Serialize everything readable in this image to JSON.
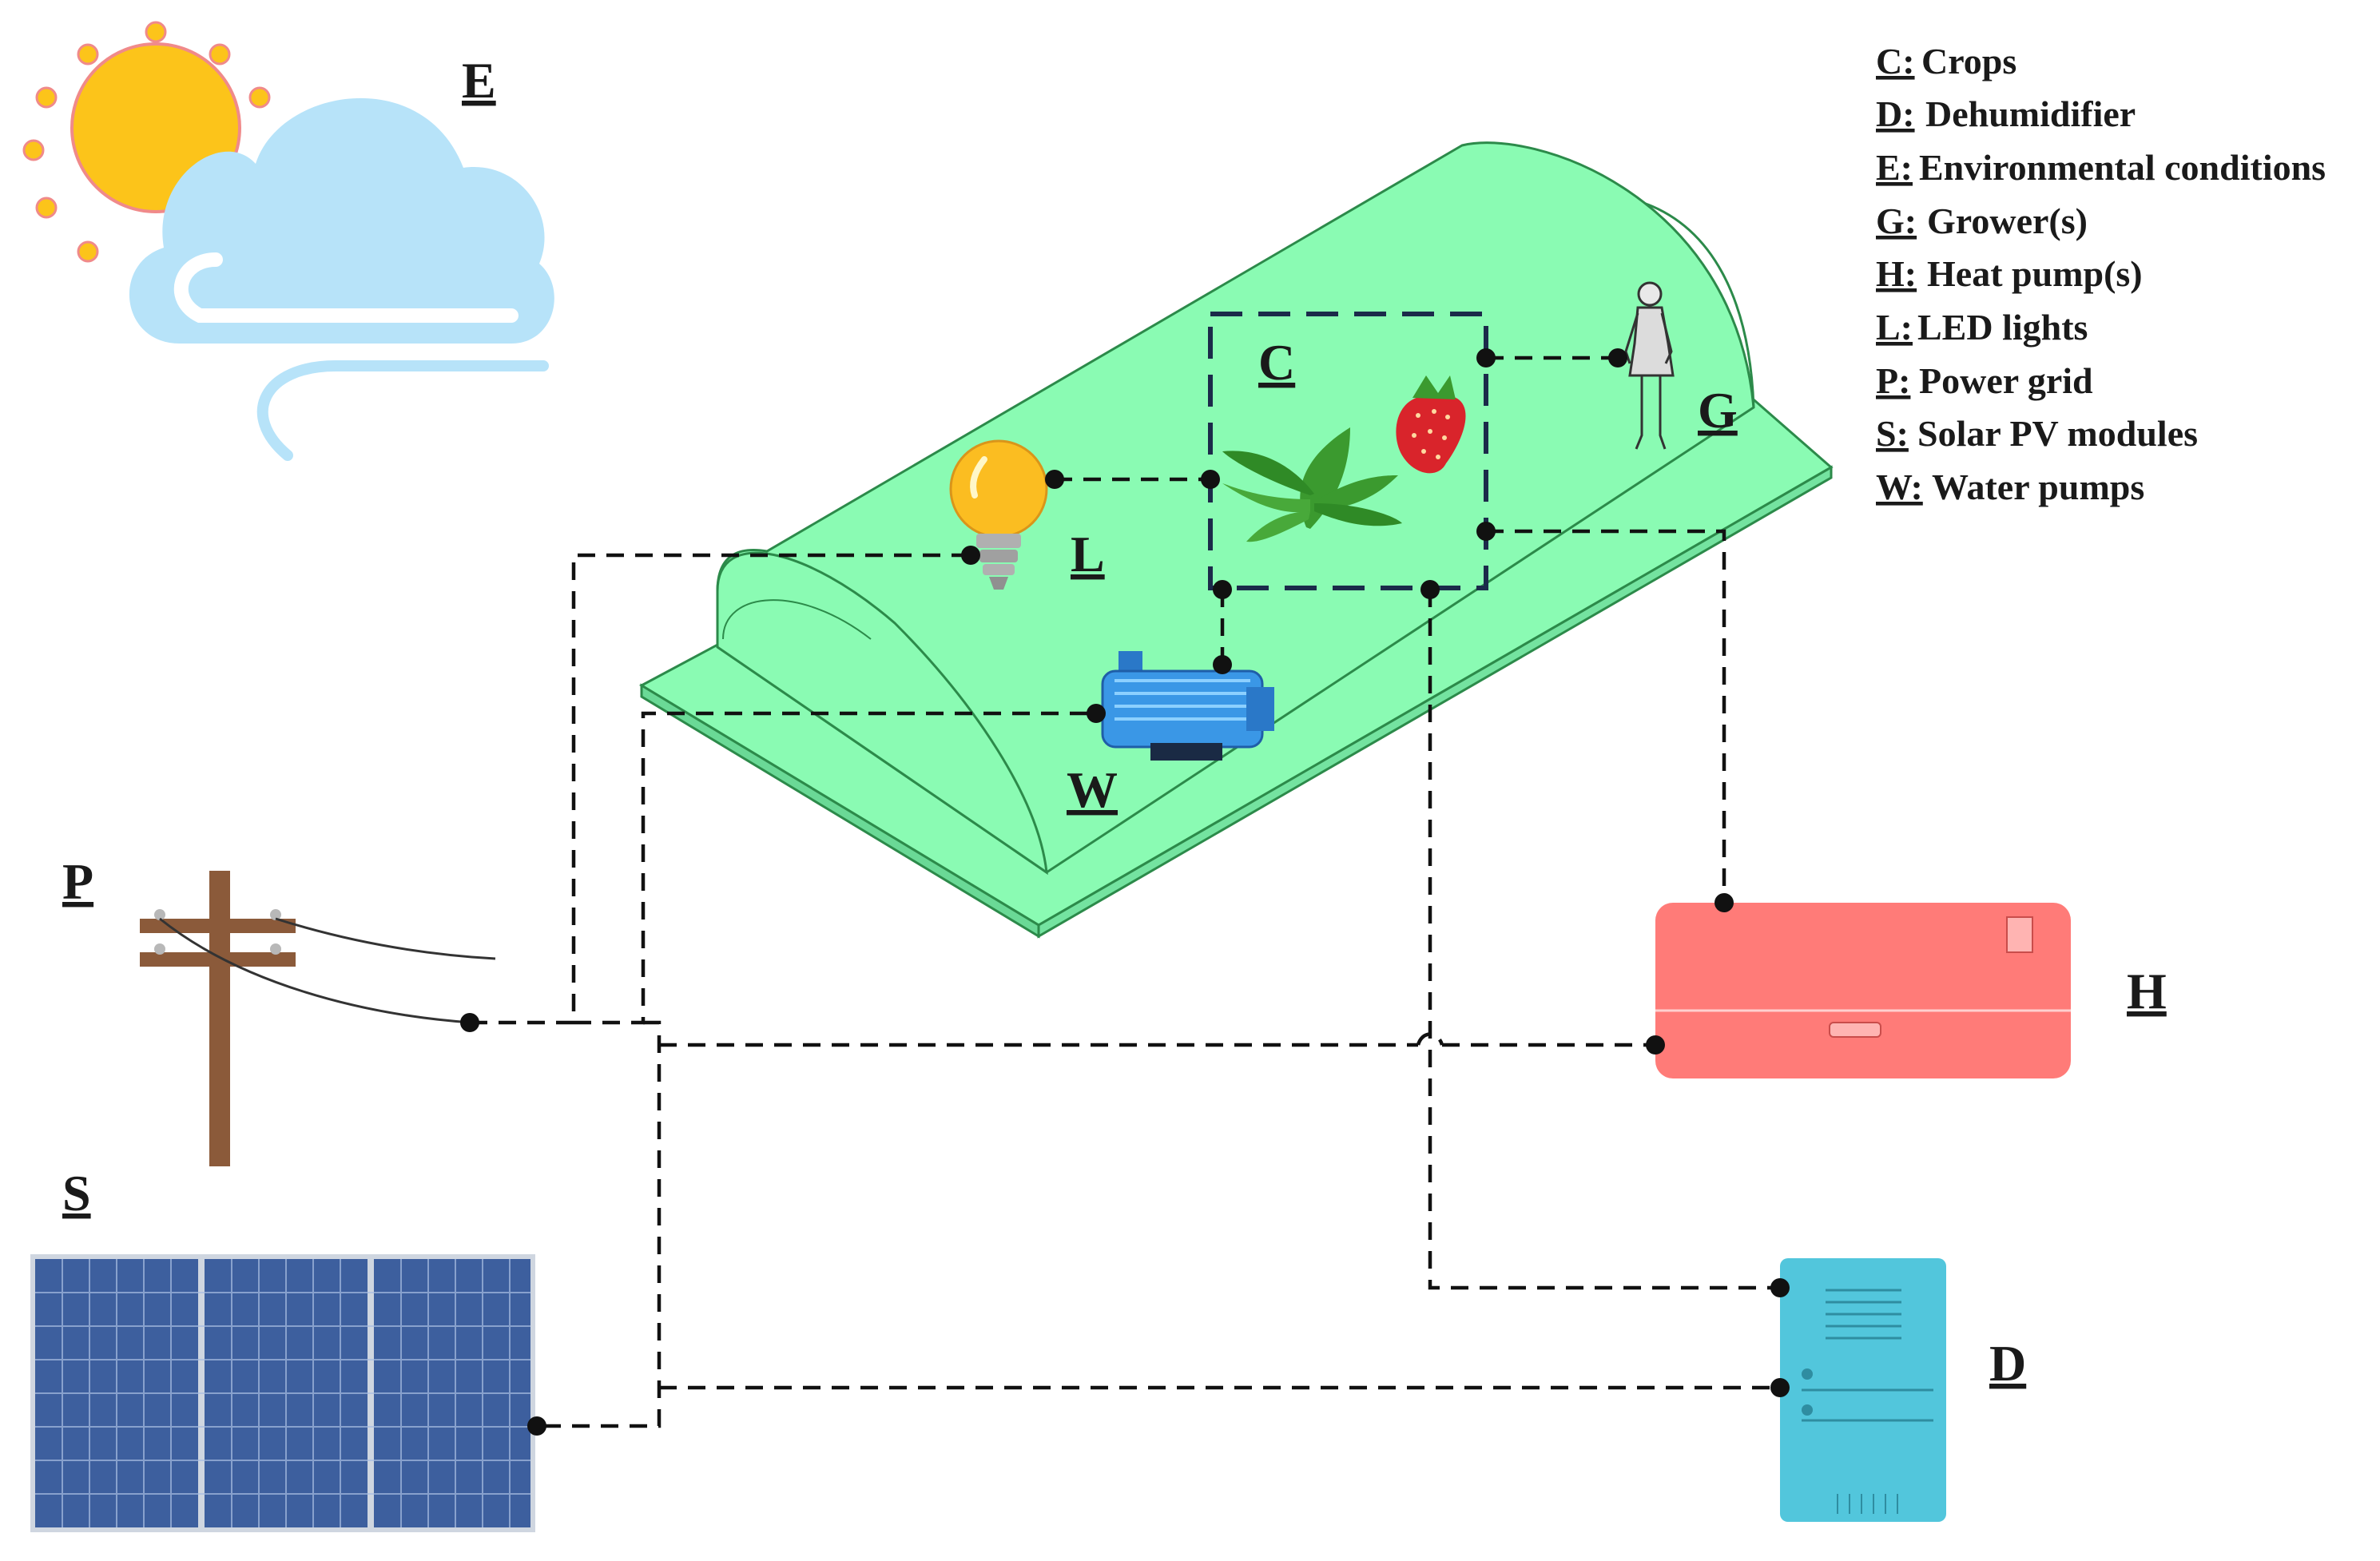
{
  "labels": {
    "environment": "E",
    "crops": "C",
    "grower": "G",
    "led": "L",
    "water_pump": "W",
    "power_grid": "P",
    "heat_pump": "H",
    "solar": "S",
    "dehumidifier": "D"
  },
  "legend": [
    {
      "key": "C:",
      "text": "Crops"
    },
    {
      "key": "D:",
      "text": "Dehumidifier"
    },
    {
      "key": "E:",
      "text": "Environmental conditions"
    },
    {
      "key": "G:",
      "text": "Grower(s)"
    },
    {
      "key": "H:",
      "text": "Heat pump(s)"
    },
    {
      "key": "L:",
      "text": "LED lights"
    },
    {
      "key": "P:",
      "text": "Power grid"
    },
    {
      "key": "S:",
      "text": "Solar PV modules"
    },
    {
      "key": "W:",
      "text": "Water pumps"
    }
  ],
  "icons": [
    "sun-icon",
    "cloud-icon",
    "wind-icon",
    "greenhouse-icon",
    "bulb-icon",
    "plant-icon",
    "strawberry-icon",
    "person-icon",
    "water-pump-icon",
    "utility-pole-icon",
    "heat-pump-icon",
    "solar-panel-icon",
    "dehumidifier-icon"
  ],
  "colors": {
    "greenhouse": "#8afbb3",
    "heat_pump": "#ff7b78",
    "dehumidifier": "#52c6dc",
    "solar": "#3d5f9e",
    "sun": "#fcc41a",
    "cloud": "#b7e3f9"
  }
}
